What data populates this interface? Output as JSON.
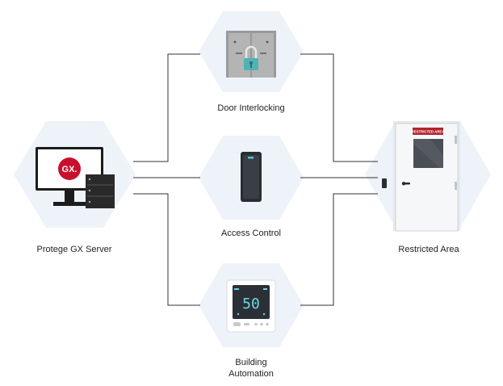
{
  "nodes": {
    "server": {
      "label": "Protege GX Server",
      "logo_text": "GX."
    },
    "door": {
      "label": "Door Interlocking"
    },
    "access": {
      "label": "Access Control"
    },
    "building": {
      "label_line1": "Building",
      "label_line2": "Automation",
      "display_value": "50"
    },
    "restricted": {
      "label": "Restricted Area",
      "sign_text": "RESTRICTED AREA"
    }
  },
  "colors": {
    "hex_bg": "#eef3f9",
    "line": "#333333",
    "logo_red": "#c8102e",
    "lock_teal": "#4fb3b5",
    "display_text": "#6fd6e6",
    "sign_red": "#b3242d"
  }
}
